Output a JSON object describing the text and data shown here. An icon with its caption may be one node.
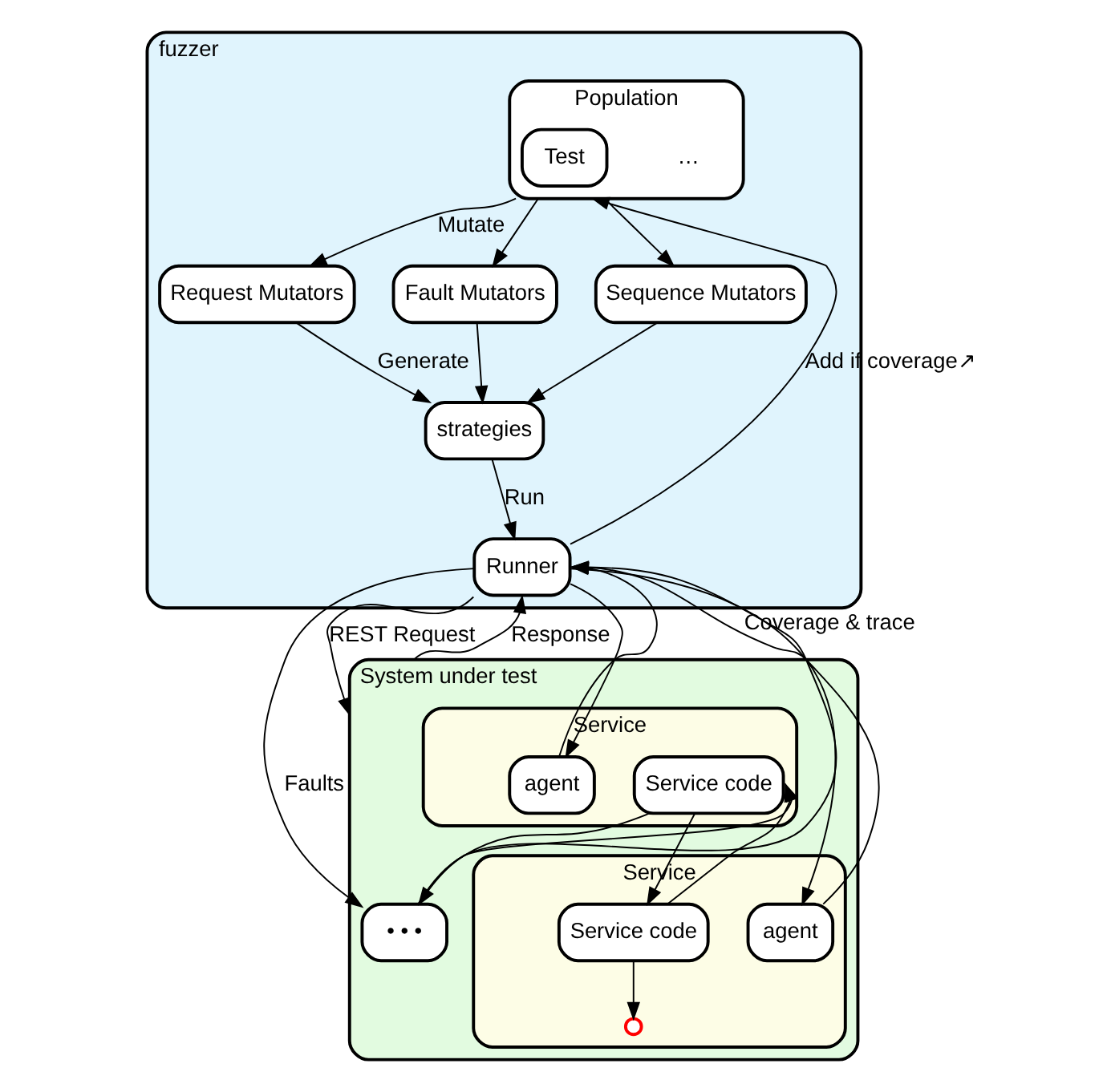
{
  "diagram": {
    "nodes": [
      {
        "text": [
          "fuzzer"
        ]
      },
      {
        "text": [
          "Population"
        ],
        "in": 0
      },
      {
        "text": [
          "Test"
        ],
        "in": 1
      },
      {
        "text": [
          "Sequence Mutators"
        ],
        "in": 0
      },
      {
        "text": [
          "Request Mutators"
        ],
        "in": 0
      },
      {
        "text": [
          "Fault Mutators"
        ],
        "in": 0
      },
      {
        "text": [
          "strategies"
        ],
        "in": 0
      },
      {
        "text": [
          "Runner"
        ],
        "in": 0
      },
      {
        "text": [
          "System under test"
        ]
      },
      {
        "text": [
          "Service"
        ],
        "in": 8
      },
      {
        "text": [
          "Service code"
        ],
        "in": 9
      },
      {
        "text": [
          "agent"
        ],
        "in": 9
      },
      {
        "text": [
          "Service"
        ],
        "in": 8
      },
      {
        "text": [
          "Service code"
        ],
        "in": 12
      },
      {
        "text": [
          "agent"
        ],
        "in": 12
      },
      {
        "text": [
          "• • •"
        ],
        "in": 8
      },
      {
        "text": [],
        "shape": "cross",
        "in": 12
      }
    ],
    "edges": [
      {
        "from": 1,
        "to": 3,
        "arrow": "to"
      },
      {
        "from": 1,
        "to": 4,
        "label": "Mutate",
        "arrow": "to"
      },
      {
        "from": 1,
        "to": 5,
        "arrow": "to"
      },
      {
        "from": 3,
        "to": 6,
        "arrow": "to"
      },
      {
        "from": 4,
        "to": 6,
        "label": "Generate",
        "arrow": "to"
      },
      {
        "from": 5,
        "to": 6,
        "arrow": "to"
      },
      {
        "from": 6,
        "to": 7,
        "label": "Run",
        "arrow": "to"
      },
      {
        "from": 7,
        "to": 1,
        "label": "Add if coverage↗",
        "arrow": "to"
      },
      {
        "from": 7,
        "to": 8,
        "label": "REST Request",
        "arrow": "to"
      },
      {
        "from": 8,
        "to": 7,
        "label": "Response",
        "arrow": "to"
      },
      {
        "from": 7,
        "to": 15,
        "label": "Faults",
        "arrow": "to"
      },
      {
        "from": 7,
        "to": 11,
        "arrow": "to"
      },
      {
        "from": 7,
        "to": 14,
        "arrow": "to"
      },
      {
        "from": 15,
        "to": 7,
        "arrow": "to"
      },
      {
        "from": 11,
        "to": 7,
        "arrow": "to"
      },
      {
        "from": 14,
        "to": 7,
        "label": "Coverage & trace",
        "arrow": "to"
      },
      {
        "from": 15,
        "to": 10,
        "arrow": "to"
      },
      {
        "from": 10,
        "to": 15,
        "arrow": "to"
      },
      {
        "from": 10,
        "to": 13,
        "arrow": "to"
      },
      {
        "from": 13,
        "to": 10,
        "arrow": "to"
      },
      {
        "from": 13,
        "to": 16,
        "arrow": "to"
      }
    ],
    "labels": [
      "…"
    ]
  }
}
